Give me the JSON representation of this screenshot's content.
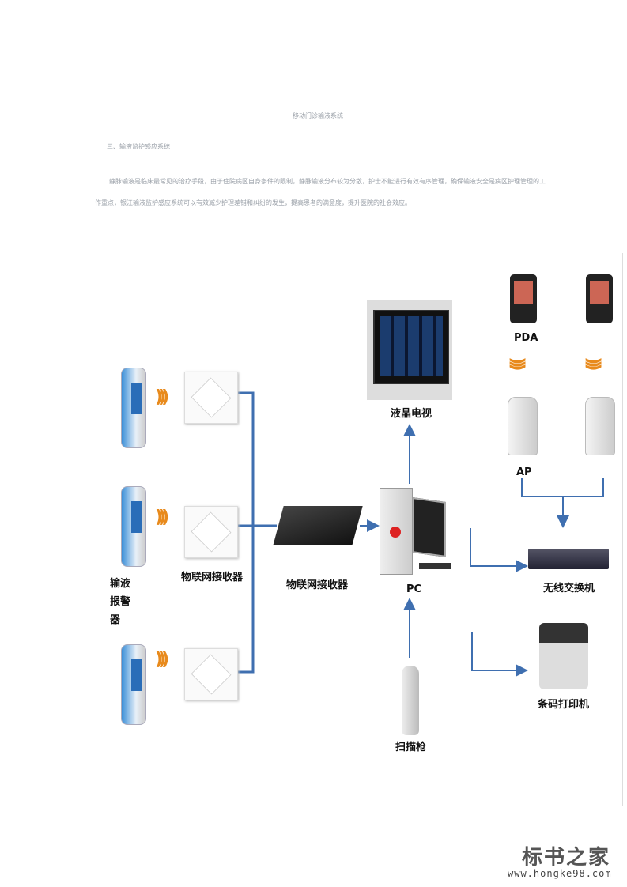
{
  "doc": {
    "title": "移动门诊输液系统",
    "section": "三、输液监护感应系统",
    "paragraph": "静脉输液是临床最常见的治疗手段，由于住院病区自身条件的限制，静脉输液分布较为分散，护士不能进行有效有序管理，确保输液安全是病区护理管理的工作重点，银江输液监护感应系统可以有效减少护理差错和纠纷的发生，提高患者的满意度，提升医院的社会效应。"
  },
  "diagram": {
    "alarm_label_lines": [
      "输液",
      "报警",
      "器"
    ],
    "iot_receiver_label": "物联网接收器",
    "iot_hub_label": "物联网接收器",
    "pc_label": "PC",
    "tv_label": "液晶电视",
    "scanner_label": "扫描枪",
    "switch_label": "无线交换机",
    "printer_label": "条码打印机",
    "pda_label": "PDA",
    "ap_label": "AP",
    "line_color": "#3f6fb0"
  },
  "watermark": {
    "logo_text": "标书之家",
    "url": "www.hongke98.com"
  }
}
